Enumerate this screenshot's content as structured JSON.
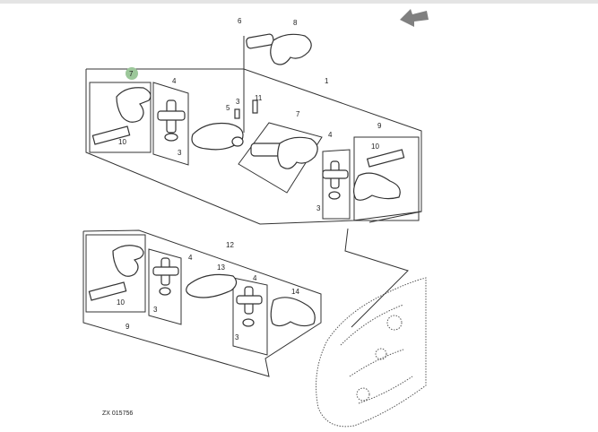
{
  "diagram_id": "ZX 015756",
  "colors": {
    "highlight": "#9cc79a",
    "arrow": "#808080",
    "line": "#333333"
  },
  "callouts": {
    "c6": "6",
    "c8": "8",
    "c7a": "7",
    "c4a": "4",
    "c1": "1",
    "c5": "5",
    "c3a": "3",
    "c11": "11",
    "c7b": "7",
    "c4b": "4",
    "c9a": "9",
    "c10a": "10",
    "c3b": "3",
    "c10b": "10",
    "c3c": "3",
    "c12": "12",
    "c4c": "4",
    "c13": "13",
    "c4d": "4",
    "c14": "14",
    "c10c": "10",
    "c3d": "3",
    "c9b": "9",
    "c3e": "3"
  }
}
